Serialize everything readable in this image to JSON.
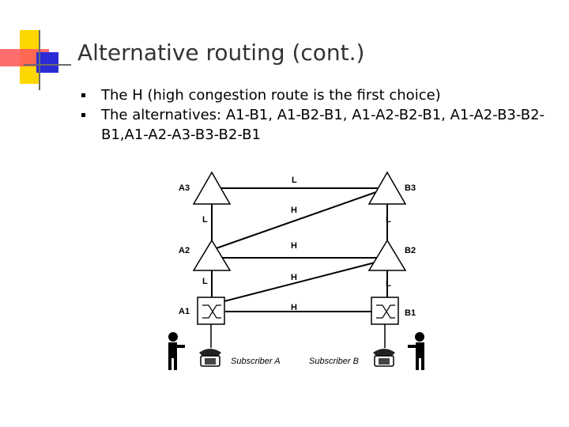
{
  "slide": {
    "title": "Alternative routing (cont.)",
    "bullets": [
      "The H (high congestion route is the first choice)",
      "The alternatives: A1-B1, A1-B2-B1, A1-A2-B2-B1, A1-A2-B3-B2-B1,A1-A2-A3-B3-B2-B1"
    ]
  },
  "diagram": {
    "nodes": {
      "a3": "A3",
      "a2": "A2",
      "a1": "A1",
      "b3": "B3",
      "b2": "B2",
      "b1": "B1"
    },
    "link_labels": {
      "a3_b3": "L",
      "a3_a2": "L",
      "b3_b2": "L",
      "a2_b3": "H",
      "a2_b2": "H",
      "a1_b2": "H",
      "a2_a1": "L",
      "b2_b1": "L",
      "a1_b1": "H"
    },
    "subscribers": {
      "a": "Subscriber A",
      "b": "Subscriber B"
    }
  },
  "colors": {
    "title": "#333333",
    "deco_yellow": "#ffd700",
    "deco_red": "#ff4c4c",
    "deco_blue": "#2b2bd6"
  }
}
